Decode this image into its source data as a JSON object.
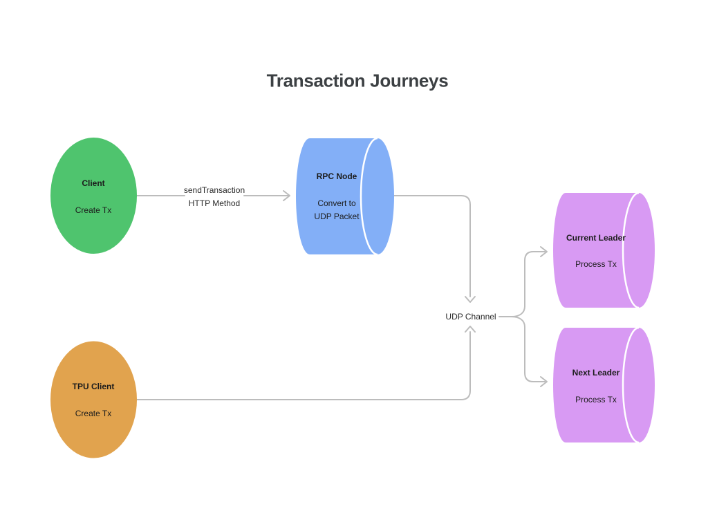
{
  "title": "Transaction Journeys",
  "colors": {
    "client": "#4fc46e",
    "tpu_client": "#e1a34e",
    "rpc_node": "#83aff7",
    "current_leader": "#d89af3",
    "next_leader": "#d89af3",
    "connector": "#bcbcbc"
  },
  "nodes": {
    "client": {
      "shape": "ellipse",
      "label": "Client",
      "sublabel": "Create Tx"
    },
    "tpu_client": {
      "shape": "ellipse",
      "label": "TPU Client",
      "sublabel": "Create Tx"
    },
    "rpc_node": {
      "shape": "cylinder",
      "label": "RPC Node",
      "sublabel_line1": "Convert to",
      "sublabel_line2": "UDP Packet"
    },
    "current_leader": {
      "shape": "cylinder",
      "label": "Current Leader",
      "sublabel": "Process Tx"
    },
    "next_leader": {
      "shape": "cylinder",
      "label": "Next Leader",
      "sublabel": "Process Tx"
    }
  },
  "edges": {
    "send_transaction": {
      "label_line1": "sendTransaction",
      "label_line2": "HTTP Method"
    },
    "udp_channel": {
      "label": "UDP Channel"
    }
  }
}
